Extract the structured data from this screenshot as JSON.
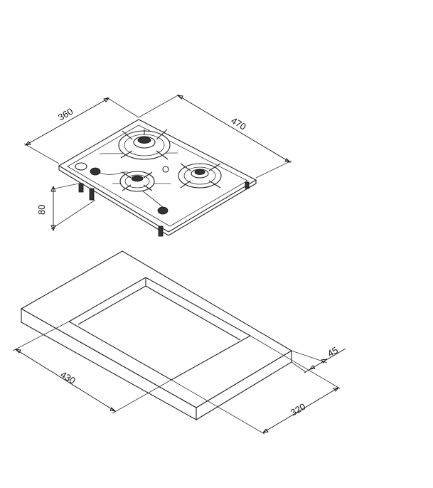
{
  "hob": {
    "dimensions": {
      "width": "360",
      "depth": "470",
      "height": "80"
    }
  },
  "cutout": {
    "dimensions": {
      "length": "430",
      "width": "320",
      "thickness": "45"
    }
  }
}
